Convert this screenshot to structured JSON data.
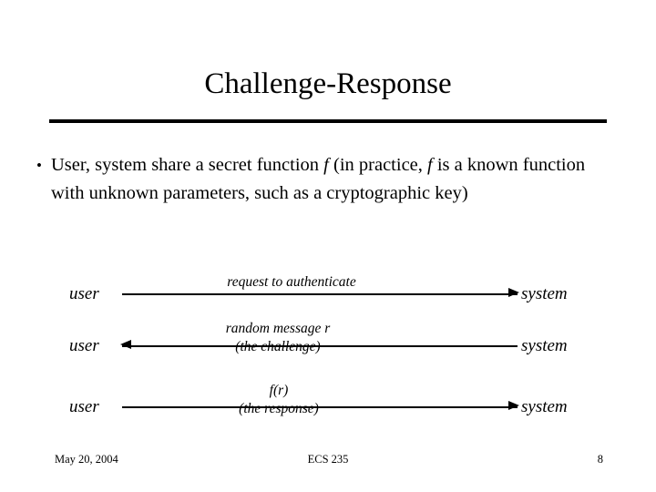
{
  "slide": {
    "title": "Challenge-Response",
    "page_background": "#ffffff",
    "text_color": "#000000"
  },
  "body": {
    "bullet_mark": "•",
    "bullet_text_part1": "User, system share a secret function ",
    "bullet_italic_f1": "f",
    "bullet_text_part2": " (in practice, ",
    "bullet_italic_f2": "f",
    "bullet_text_part3": " is a known function with unknown parameters, such as a cryptographic key)"
  },
  "diagram": {
    "rows": [
      {
        "left_actor": "user",
        "right_actor": "system",
        "direction": "right",
        "label_above": "request to authenticate",
        "label_below": ""
      },
      {
        "left_actor": "user",
        "right_actor": "system",
        "direction": "left",
        "label_above": "random message r",
        "label_below": "(the challenge)"
      },
      {
        "left_actor": "user",
        "right_actor": "system",
        "direction": "right",
        "label_above": "f(r)",
        "label_below": "(the response)"
      }
    ]
  },
  "footer": {
    "date": "May 20, 2004",
    "course": "ECS 235",
    "page_number": "8"
  }
}
